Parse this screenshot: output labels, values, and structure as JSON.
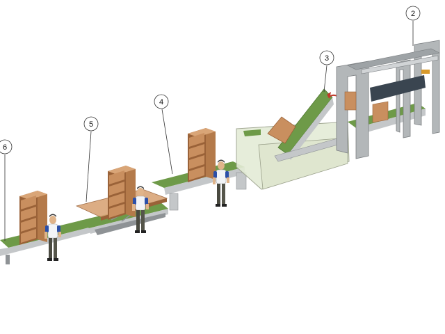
{
  "diagram": {
    "callouts": [
      {
        "id": "c2",
        "label": "2",
        "target": "gantry-machine"
      },
      {
        "id": "c3",
        "label": "3",
        "target": "tilting-conveyor"
      },
      {
        "id": "c4",
        "label": "4",
        "target": "belt-conveyor"
      },
      {
        "id": "c5",
        "label": "5",
        "target": "side-panel-table"
      },
      {
        "id": "c6",
        "label": "6",
        "target": "outfeed-conveyor"
      }
    ],
    "colors": {
      "belt": "#6e9a48",
      "belt_dark": "#4f7a32",
      "frame": "#c4c7c9",
      "frame_dark": "#8e9295",
      "wood": "#c98f5f",
      "wood_dark": "#9a6238",
      "worker_shirt": "#f2f4f7",
      "worker_sleeve": "#2b4fa8",
      "worker_pants": "#4a4a40",
      "glass": "#e4ecd6",
      "accent_red": "#c0392b"
    }
  }
}
